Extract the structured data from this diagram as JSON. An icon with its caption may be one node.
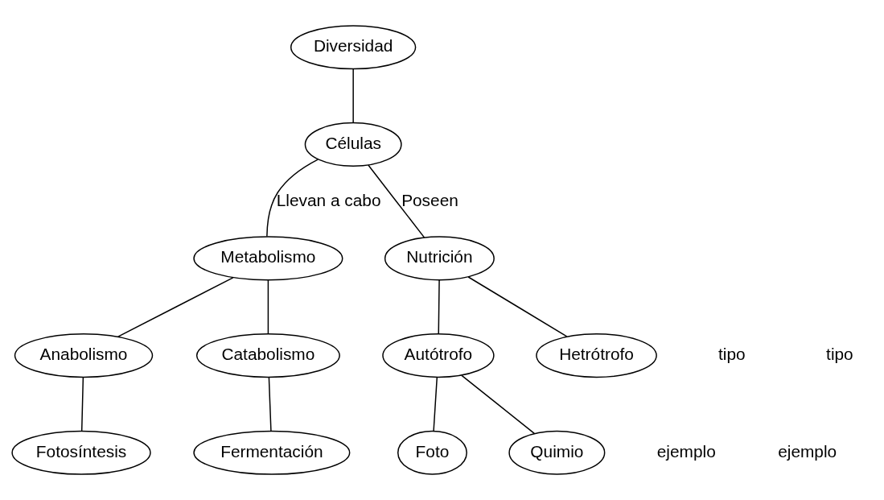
{
  "diagram": {
    "nodes": [
      {
        "text": [
          "Diversidad"
        ]
      },
      {
        "text": [
          "Células"
        ]
      },
      {
        "text": [
          "Metabolismo"
        ]
      },
      {
        "text": [
          "Nutrición"
        ]
      },
      {
        "text": [
          "Anabolismo"
        ]
      },
      {
        "text": [
          "Catabolismo"
        ]
      },
      {
        "text": [
          "Autótrofo"
        ]
      },
      {
        "text": [
          "Hetrótrofo"
        ]
      },
      {
        "text": [
          "Fotosíntesis"
        ]
      },
      {
        "text": [
          "Fermentación"
        ]
      },
      {
        "text": [
          "Foto"
        ]
      },
      {
        "text": [
          "Quimio"
        ]
      }
    ],
    "edges": [
      {
        "from": 0,
        "to": 1,
        "arrow": "none"
      },
      {
        "from": 1,
        "to": 2,
        "arrow": "none",
        "label": "Llevan a cabo"
      },
      {
        "from": 1,
        "to": 3,
        "arrow": "none",
        "label": "Poseen"
      },
      {
        "from": 2,
        "to": 4,
        "arrow": "none"
      },
      {
        "from": 2,
        "to": 5,
        "arrow": "none"
      },
      {
        "from": 3,
        "to": 6,
        "arrow": "none"
      },
      {
        "from": 3,
        "to": 7,
        "arrow": "none"
      },
      {
        "from": 4,
        "to": 8,
        "arrow": "none"
      },
      {
        "from": 5,
        "to": 9,
        "arrow": "none"
      },
      {
        "from": 6,
        "to": 10,
        "arrow": "none"
      },
      {
        "from": 6,
        "to": 11,
        "arrow": "none"
      }
    ],
    "labels": [
      "tipo",
      "tipo",
      "ejemplo",
      "ejemplo"
    ]
  }
}
